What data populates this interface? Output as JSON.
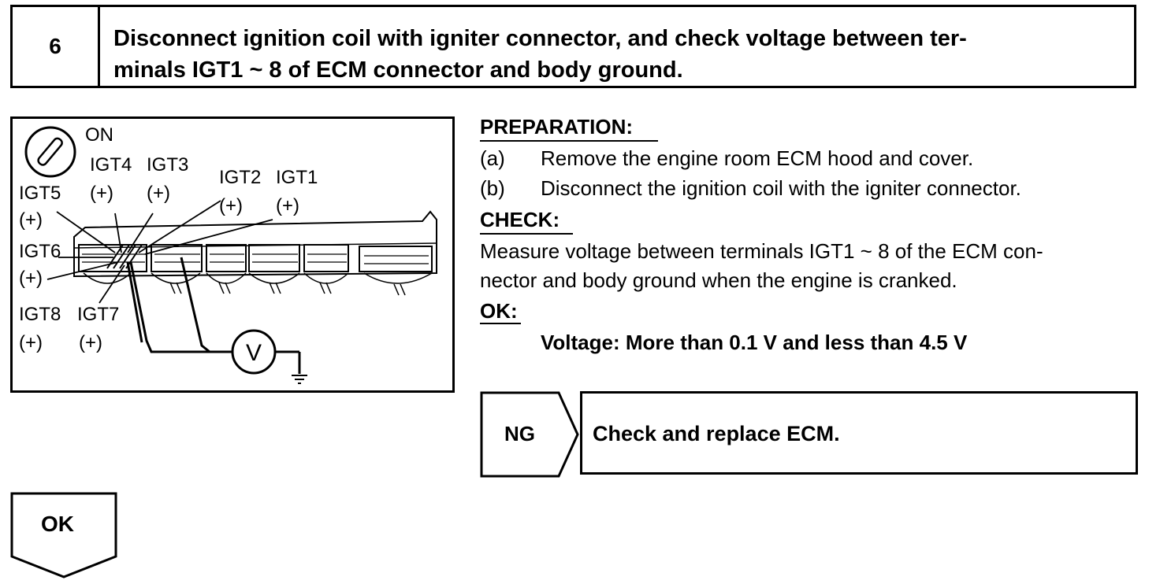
{
  "step": {
    "number": "6",
    "title_line1": "Disconnect ignition coil with igniter connector, and check voltage between ter-",
    "title_line2": "minals IGT1 ~ 8 of ECM connector and body ground."
  },
  "diagram": {
    "switch_label": "ON",
    "labels": {
      "igt1": "IGT1",
      "igt2": "IGT2",
      "igt3": "IGT3",
      "igt4": "IGT4",
      "igt5": "IGT5",
      "igt6": "IGT6",
      "igt7": "IGT7",
      "igt8": "IGT8",
      "plus": "(+)"
    },
    "meter_symbol": "V"
  },
  "preparation": {
    "heading": "PREPARATION:",
    "items": [
      {
        "marker": "(a)",
        "text": "Remove the engine room ECM hood and cover."
      },
      {
        "marker": "(b)",
        "text": "Disconnect the ignition coil with the igniter connector."
      }
    ]
  },
  "check": {
    "heading": "CHECK:",
    "line1": "Measure voltage between terminals IGT1 ~ 8 of the ECM con-",
    "line2": "nector and body ground when the engine is cranked."
  },
  "ok_spec": {
    "heading": "OK:",
    "value": "Voltage: More than 0.1 V and less than 4.5 V"
  },
  "results": {
    "ng_label": "NG",
    "ng_action": "Check and replace ECM.",
    "ok_label": "OK"
  }
}
